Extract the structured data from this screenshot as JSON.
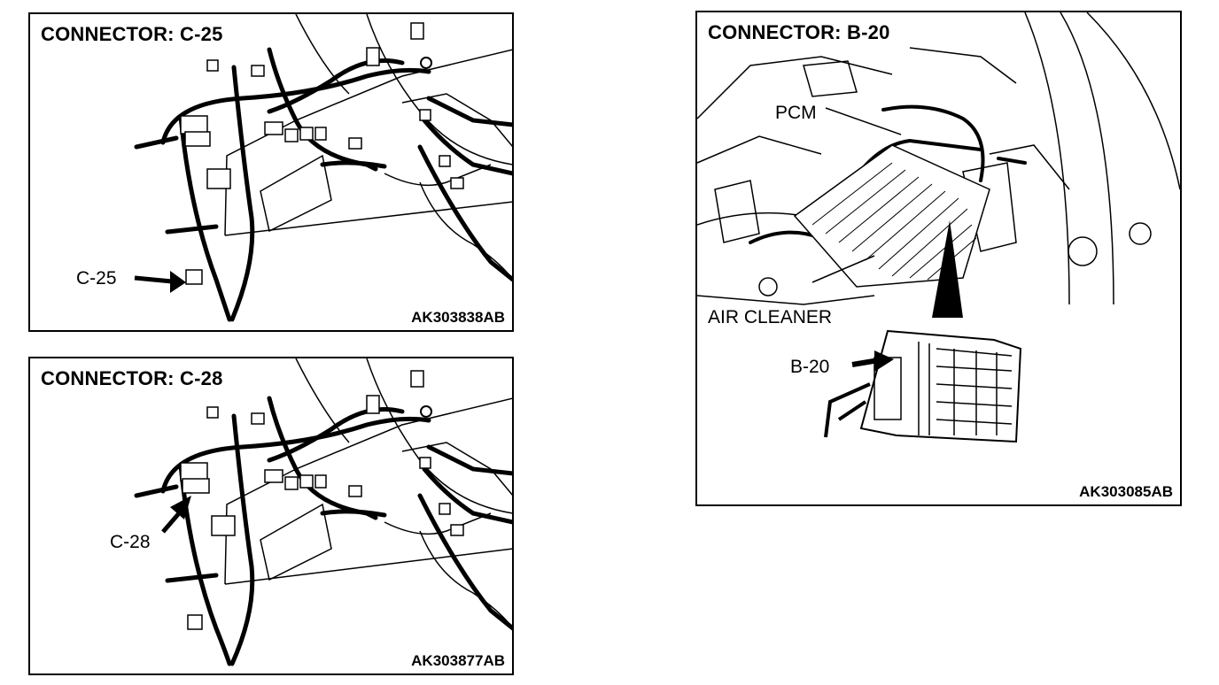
{
  "panels": [
    {
      "title": "CONNECTOR: C-25",
      "callout": "C-25",
      "code": "AK303838AB"
    },
    {
      "title": "CONNECTOR: C-28",
      "callout": "C-28",
      "code": "AK303877AB"
    },
    {
      "title": "CONNECTOR: B-20",
      "callout": "B-20",
      "code": "AK303085AB",
      "labels": {
        "pcm": "PCM",
        "air_cleaner": "AIR CLEANER"
      }
    }
  ]
}
